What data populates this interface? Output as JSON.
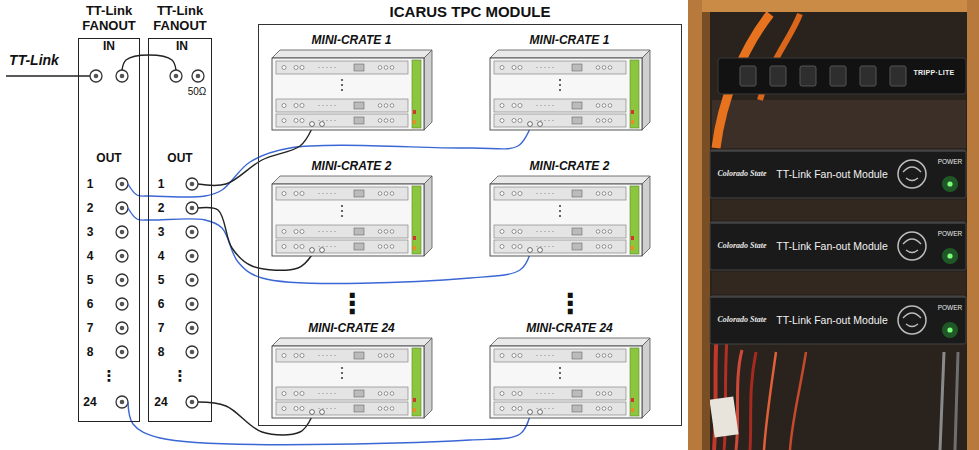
{
  "diagram": {
    "nodes": [
      {
        "text": [
          "TT-Link FANOUT"
        ]
      },
      {
        "text": [
          "TT-Link FANOUT"
        ]
      },
      {
        "text": [
          "ICARUS TPC MODULE"
        ]
      },
      {
        "text": [
          "MINI-CRATE 1"
        ],
        "in": 2
      },
      {
        "text": [
          "MINI-CRATE 1"
        ],
        "in": 2
      },
      {
        "text": [
          "MINI-CRATE 2"
        ],
        "in": 2
      },
      {
        "text": [
          "MINI-CRATE 2"
        ],
        "in": 2
      },
      {
        "text": [
          "MINI-CRATE 24"
        ],
        "in": 2
      },
      {
        "text": [
          "MINI-CRATE 24"
        ],
        "in": 2
      }
    ],
    "edges": [
      {
        "from": 0,
        "to": 1,
        "arrow": "none"
      },
      {
        "from": 0,
        "to": 4,
        "arrow": "none"
      },
      {
        "from": 0,
        "to": 6,
        "arrow": "none"
      },
      {
        "from": 0,
        "to": 8,
        "arrow": "none"
      },
      {
        "from": 1,
        "to": 3,
        "arrow": "none"
      },
      {
        "from": 1,
        "to": 5,
        "arrow": "none"
      },
      {
        "from": 1,
        "to": 7,
        "arrow": "none"
      }
    ],
    "labels": [
      "TT-Link",
      "IN",
      "OUT",
      "1",
      "2",
      "3",
      "4",
      "5",
      "6",
      "7",
      "8",
      "⋮",
      "24",
      "IN",
      "50Ω",
      "OUT",
      "1",
      "2",
      "3",
      "4",
      "5",
      "6",
      "7",
      "8",
      "⋮",
      "24",
      "⋮",
      "⋮",
      "TRIPP·LITE",
      "Colorado State",
      "TT-Link Fan-out Module",
      "POWER",
      "Colorado State",
      "TT-Link Fan-out Module",
      "POWER",
      "Colorado State",
      "TT-Link Fan-out Module",
      "POWER"
    ]
  }
}
